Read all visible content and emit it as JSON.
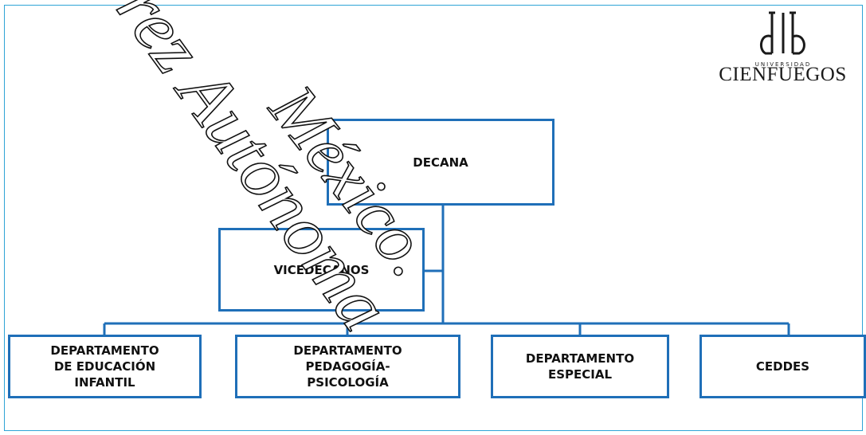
{
  "org_chart": {
    "top": "DECANA",
    "second": "VICEDECANOS",
    "departments": [
      "DEPARTAMENTO\nDE EDUCACIÓN\nINFANTIL",
      "DEPARTAMENTO\nPEDAGOGÍA-\nPSICOLOGÍA",
      "DEPARTAMENTO\nESPECIAL",
      "CEDDES"
    ]
  },
  "logo": {
    "small_text": "UNIVERSIDAD",
    "name": "CIENFUEGOS",
    "color": "#1a1a1a"
  },
  "watermark": {
    "line1": "rez Autónoma",
    "line2": "México."
  },
  "colors": {
    "box_border": "#1f6fb8",
    "frame_border": "#2ea3d6"
  }
}
